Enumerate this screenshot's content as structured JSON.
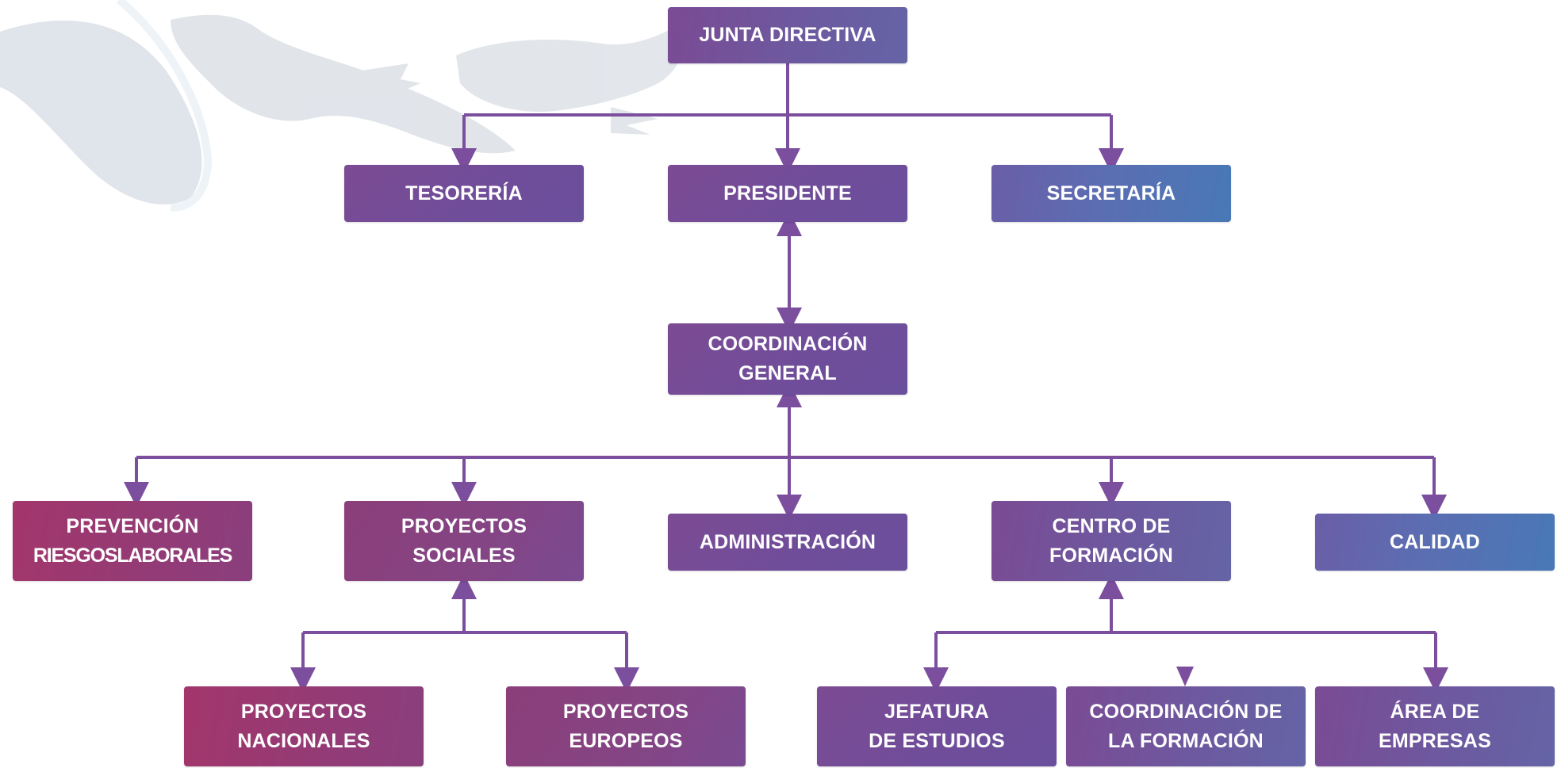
{
  "colors": {
    "connector": "#7b4e9e",
    "node_violet": "#7a4b94",
    "node_blue": "#4878b6",
    "node_red": "#a3366b",
    "background": "#ffffff"
  },
  "background_art": "faded grey-blue fish illustrations",
  "nodes": {
    "junta_directiva": [
      "JUNTA DIRECTIVA"
    ],
    "tesoreria": [
      "TESORERÍA"
    ],
    "presidente": [
      "PRESIDENTE"
    ],
    "secretaria": [
      "SECRETARÍA"
    ],
    "coordinacion_general": [
      "COORDINACIÓN",
      "GENERAL"
    ],
    "prevencion": [
      "PREVENCIÓN",
      "RIESGOSLABORALES"
    ],
    "proyectos_sociales": [
      "PROYECTOS",
      "SOCIALES"
    ],
    "administracion": [
      "ADMINISTRACIÓN"
    ],
    "centro_formacion": [
      "CENTRO DE",
      "FORMACIÓN"
    ],
    "calidad": [
      "CALIDAD"
    ],
    "proyectos_nacionales": [
      "PROYECTOS",
      "NACIONALES"
    ],
    "proyectos_europeos": [
      "PROYECTOS",
      "EUROPEOS"
    ],
    "jefatura_estudios": [
      "JEFATURA",
      "DE ESTUDIOS"
    ],
    "coordinacion_formacion": [
      "COORDINACIÓN DE",
      "LA FORMACIÓN"
    ],
    "area_empresas": [
      "ÁREA DE",
      "EMPRESAS"
    ]
  },
  "edges": [
    {
      "from": "junta_directiva",
      "to": "tesoreria",
      "arrow": "end"
    },
    {
      "from": "junta_directiva",
      "to": "presidente",
      "arrow": "end"
    },
    {
      "from": "junta_directiva",
      "to": "secretaria",
      "arrow": "end"
    },
    {
      "from": "presidente",
      "to": "coordinacion_general",
      "arrow": "both"
    },
    {
      "from": "coordinacion_general",
      "to": "prevencion",
      "arrow": "end"
    },
    {
      "from": "coordinacion_general",
      "to": "proyectos_sociales",
      "arrow": "end"
    },
    {
      "from": "coordinacion_general",
      "to": "administracion",
      "arrow": "both"
    },
    {
      "from": "coordinacion_general",
      "to": "centro_formacion",
      "arrow": "end"
    },
    {
      "from": "coordinacion_general",
      "to": "calidad",
      "arrow": "end"
    },
    {
      "from": "proyectos_sociales",
      "to": "proyectos_nacionales",
      "arrow": "both"
    },
    {
      "from": "proyectos_sociales",
      "to": "proyectos_europeos",
      "arrow": "both"
    },
    {
      "from": "centro_formacion",
      "to": "jefatura_estudios",
      "arrow": "both"
    },
    {
      "from": "centro_formacion",
      "to": "coordinacion_formacion",
      "arrow": "end"
    },
    {
      "from": "centro_formacion",
      "to": "area_empresas",
      "arrow": "both"
    }
  ]
}
